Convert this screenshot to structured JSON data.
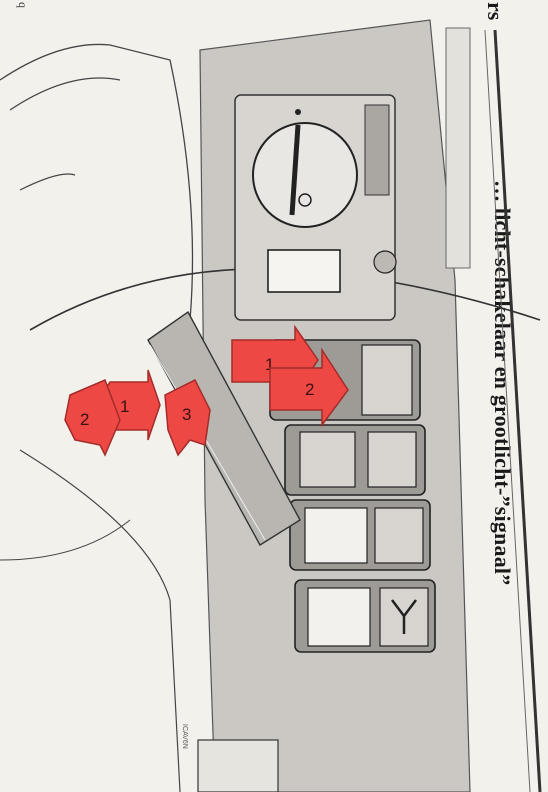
{
  "page": {
    "header_fragment": "rs",
    "corner_mark": "q",
    "caption": "… licht-schakelaar en grootlicht-”signaal”",
    "reference_code": "ICAV6N"
  },
  "arrows": {
    "right_pair": [
      "1",
      "2"
    ],
    "left_group": [
      "1",
      "2",
      "3"
    ]
  },
  "colors": {
    "arrow_fill": "#ee4845",
    "arrow_stroke": "#a32c2a",
    "panel": "#c9c6c1",
    "panel_dark": "#8f8b86",
    "stalk": "#b9b6b2",
    "paper": "#f3f1ec"
  }
}
